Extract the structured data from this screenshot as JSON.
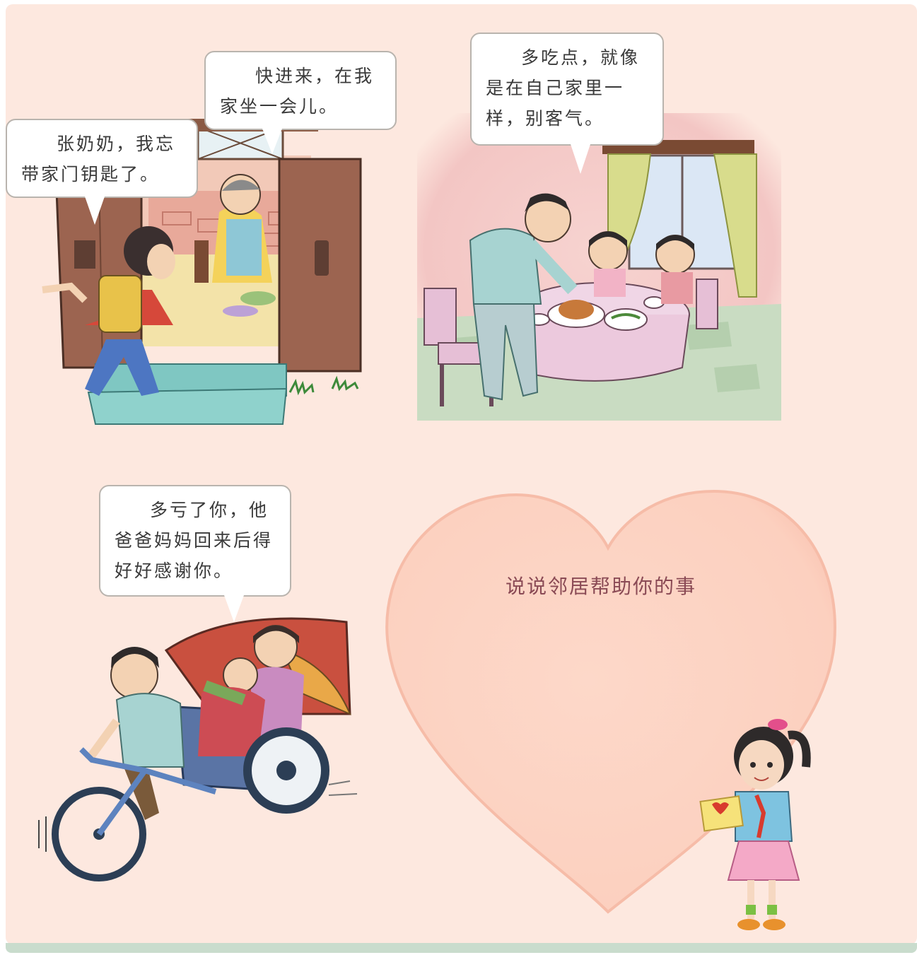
{
  "colors": {
    "page_bg": "#fde8df",
    "heart": "#fbd2c3",
    "bubble_border": "#b9b4ae",
    "heart_text": "#8a4a55"
  },
  "panels": {
    "door": {
      "bubble_child": {
        "text": "张奶奶，我忘带家门钥匙了。"
      },
      "bubble_grandma": {
        "text": "快进来，在我家坐一会儿。"
      }
    },
    "dinner": {
      "bubble_father": {
        "text": "多吃点，就像是在自己家里一样，别客气。"
      }
    },
    "tricycle": {
      "bubble_mother": {
        "text": "多亏了你，他爸爸妈妈回来后得好好感谢你。"
      }
    },
    "heart": {
      "prompt": "说说邻居帮助你的事"
    }
  },
  "icons": [
    "door-scene-illustration",
    "dinner-scene-illustration",
    "tricycle-scene-illustration",
    "girl-with-card-illustration",
    "heart-shape"
  ]
}
